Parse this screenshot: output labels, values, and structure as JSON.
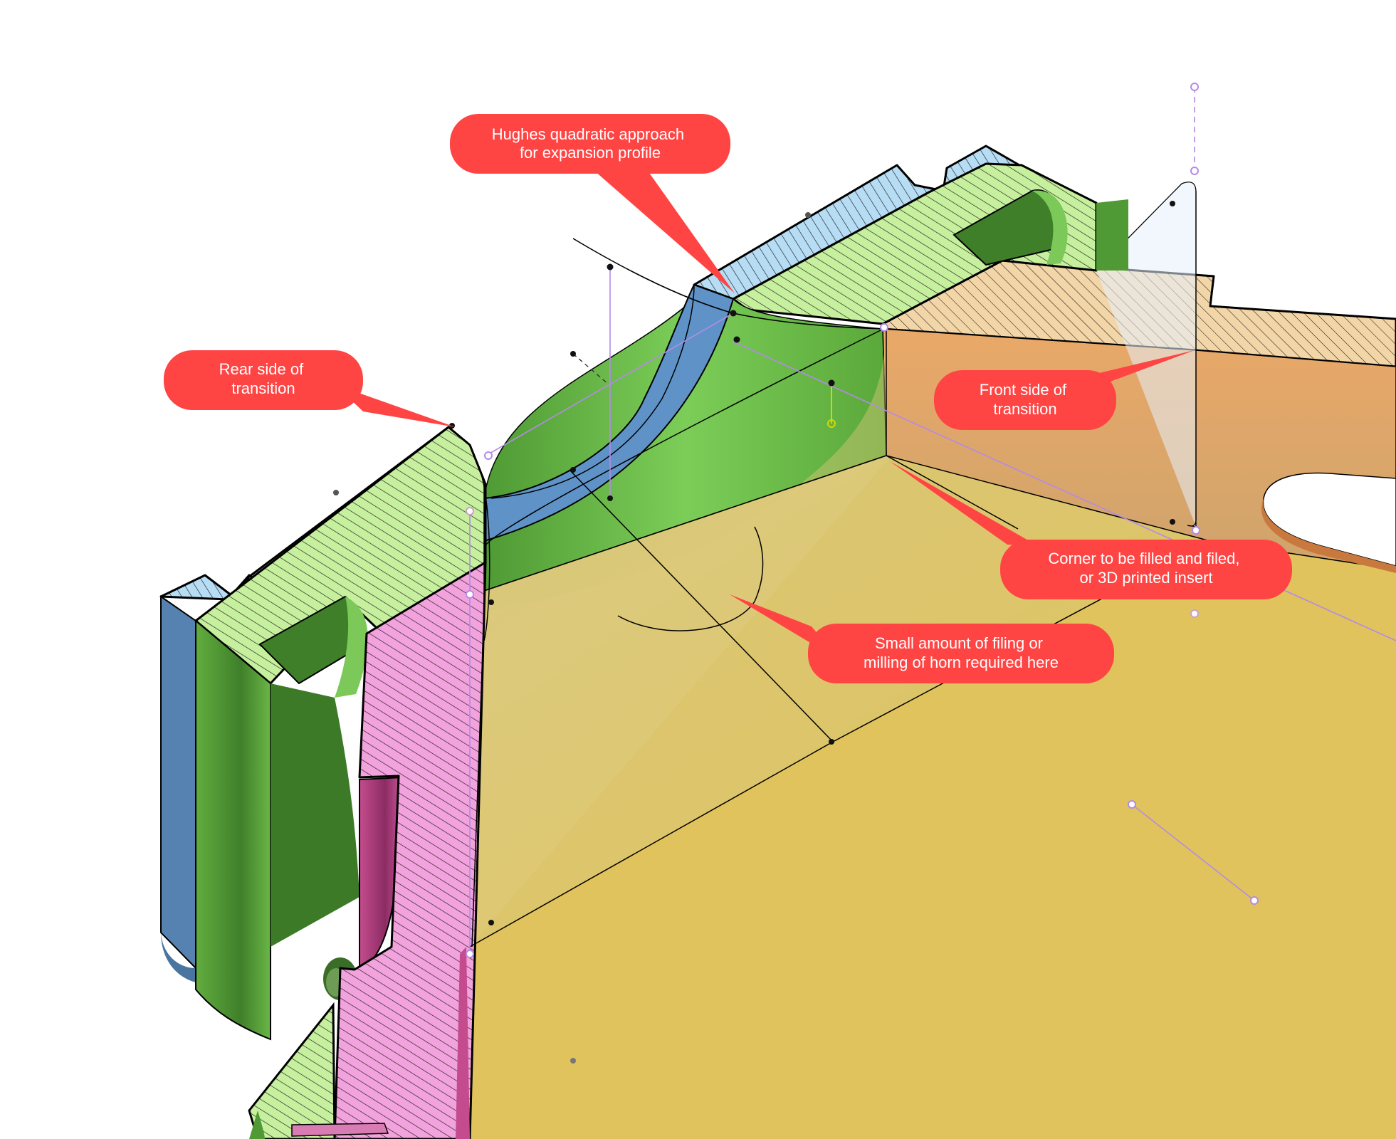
{
  "colors": {
    "callout": "#ff4444",
    "callout_text": "#ffffff",
    "blue_face": "#5f93c8",
    "blue_hatch": "#b7ddf5",
    "green_face": "#72bd4a",
    "green_hatch": "#c6ef9e",
    "pink_face": "#d2569c",
    "pink_hatch": "#f2a2dc",
    "yellow_face": "#e0c35c",
    "orange_face": "#dba16a",
    "orange_hatch": "#f3d6a8",
    "construction_line": "#b48ae8",
    "edge": "#000000"
  },
  "callouts": [
    {
      "id": "hughes",
      "lines": [
        "Hughes quadratic approach",
        "for expansion profile"
      ]
    },
    {
      "id": "rear",
      "lines": [
        "Rear side of",
        "transition"
      ]
    },
    {
      "id": "front",
      "lines": [
        "Front side of",
        "transition"
      ]
    },
    {
      "id": "corner",
      "lines": [
        "Corner to be filled and filed,",
        "or 3D printed insert"
      ]
    },
    {
      "id": "filing",
      "lines": [
        "Small amount of filing or",
        "milling of horn required here"
      ]
    }
  ]
}
